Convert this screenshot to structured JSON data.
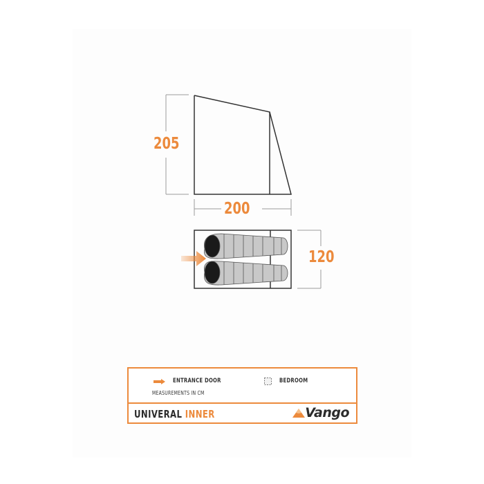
{
  "diagram": {
    "height_label": "205",
    "width_label": "200",
    "depth_label": "120",
    "colors": {
      "accent": "#ec8a3c",
      "line": "#333333",
      "dim_line": "#9a9a9a",
      "sleeping_bag": "#c8c8c8",
      "bag_head": "#1a1a1a"
    }
  },
  "legend": {
    "entrance_label": "ENTRANCE DOOR",
    "bedroom_label": "BEDROOM",
    "measurements_label": "MEASUREMENTS IN CM",
    "title_main": "UNIVERAL",
    "title_accent": "INNER",
    "brand": "Vango"
  }
}
